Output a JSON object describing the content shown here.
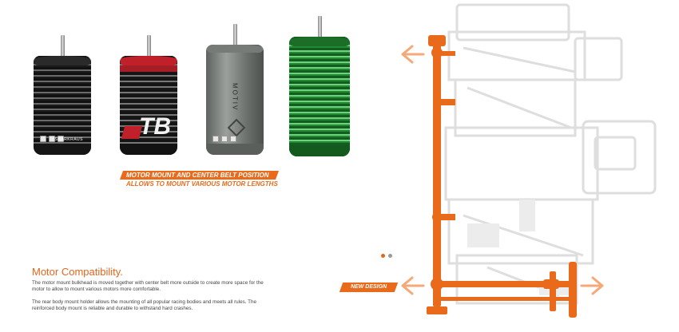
{
  "motors": [
    {
      "name": "black motor",
      "label": "SHARKRAUS"
    },
    {
      "name": "red black motor",
      "label": "TB"
    },
    {
      "name": "grey motor",
      "label": "MOTIV"
    },
    {
      "name": "green motor",
      "label": ""
    }
  ],
  "callout": {
    "line1": "MOTOR MOUNT AND CENTER BELT POSITION",
    "line2": "ALLOWS TO MOUNT VARIOUS MOTOR LENGTHS"
  },
  "section": {
    "title": "Motor Compatibility.",
    "para1": "The motor mount bulkhead is moved together with center belt more outside to create more space for the motor to allow to mount various motors more comfortable.",
    "para2": "The rear body mount holder allows the mounting of all popular racing bodies and meets all rules. The reinforced body mount is reliable and durable to withstand hard crashes."
  },
  "badge": {
    "new_design": "NEW DESIGN"
  },
  "carousel": {
    "active_index": 0,
    "count": 2
  },
  "colors": {
    "accent": "#ea6a1c",
    "chassis": "#e6e6e6",
    "inactive_dot": "#9a9a9a"
  }
}
